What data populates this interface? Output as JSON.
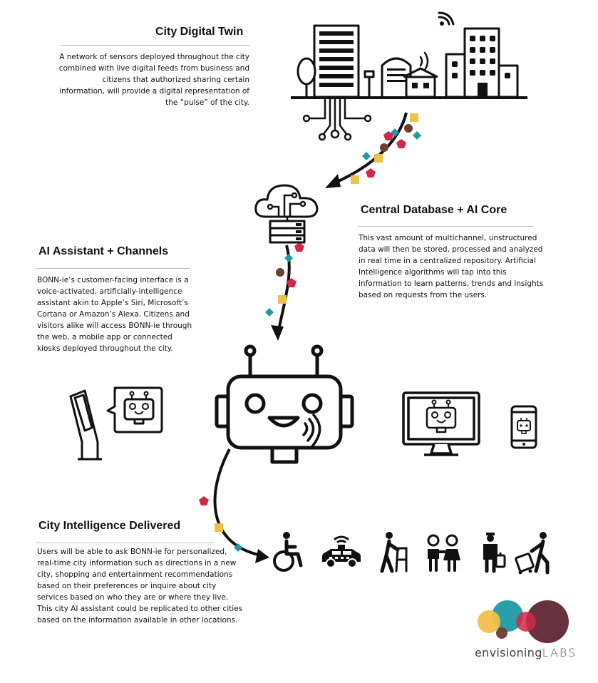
{
  "sections": {
    "digital_twin": {
      "title": "City Digital Twin",
      "body": "A network of sensors deployed throughout the city combined with live digital feeds from business and citizens that authorized sharing certain information, will provide a digital representation of the “pulse” of the city."
    },
    "database": {
      "title": "Central Database + AI Core",
      "body": "This vast amount of multichannel, unstructured data will then be stored, processed and analyzed in real time in a centralized repository. Artificial Intelligence algorithms will tap into this information to learn patterns, trends and insights based on requests from the users."
    },
    "assistant": {
      "title": "AI Assistant + Channels",
      "body": "BONN-ie’s customer-facing interface is a voice-activated, artificially-intelligence assistant akin to Apple’s Siri, Microsoft’s Cortana or Amazon’s Alexa. Citizens and visitors alike will access BONN-ie through the web, a mobile app or connected kiosks deployed throughout the city."
    },
    "delivered": {
      "title": "City Intelligence Delivered",
      "body": "Users will be able to ask BONN-ie for personalized, real-time city information such as directions in a new city, shopping and entertainment recommendations based on their preferences or inquire about city services based on who they are or where they live.",
      "body2": "This city AI assistant could be replicated to other cities based on the information available in other locations."
    }
  },
  "logo": {
    "prefix": "envisioning",
    "suffix": "LABS"
  },
  "colors": {
    "yellow": "#f0c04a",
    "teal": "#1e9aa5",
    "red": "#d2294a",
    "brown": "#6b3d33",
    "dark_plum": "#5a1f2c",
    "ink": "#111111"
  },
  "icons": [
    "city-skyline-icon",
    "wifi-icon",
    "circuit-icon",
    "cloud-server-icon",
    "robot-icon",
    "kiosk-icon",
    "monitor-icon",
    "smartphone-icon",
    "wheelchair-icon",
    "taxi-icon",
    "elderly-walker-icon",
    "children-icon",
    "business-traveler-icon",
    "tourist-luggage-icon"
  ]
}
